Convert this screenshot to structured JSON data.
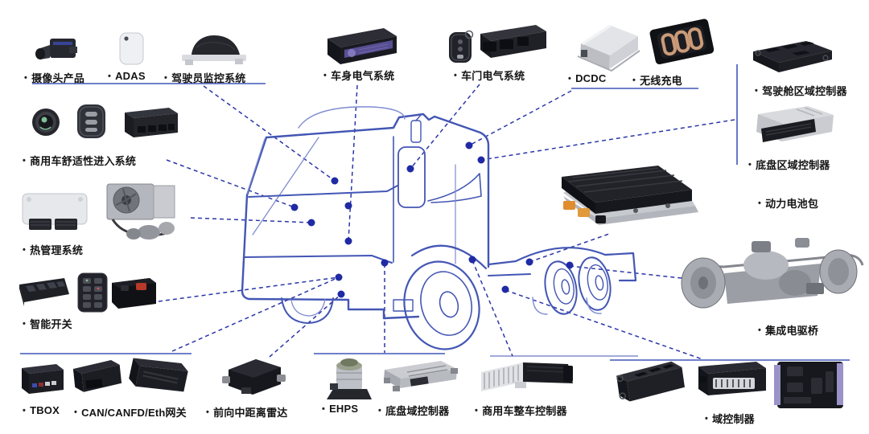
{
  "ui": {
    "bullet": "•"
  },
  "colors": {
    "background": "#ffffff",
    "connector_line": "#2b36a8",
    "dot": "#1f2aa4",
    "underline": "#4156b8",
    "truck_outline": "#4356b4",
    "label_text": "#141414",
    "battery_connector_orange": "#df8d2e",
    "coil_copper": "#cb9b78"
  },
  "labels": [
    {
      "id": "camera",
      "text": "摄像头产品"
    },
    {
      "id": "adas",
      "text": "ADAS"
    },
    {
      "id": "driver-monitor",
      "text": "驾驶员监控系统"
    },
    {
      "id": "comfort-entry",
      "text": "商用车舒适性进入系统"
    },
    {
      "id": "thermal",
      "text": "热管理系统"
    },
    {
      "id": "smart-switch",
      "text": "智能开关"
    },
    {
      "id": "tbox",
      "text": "TBOX"
    },
    {
      "id": "gateway",
      "text": "CAN/CANFD/Eth网关"
    },
    {
      "id": "front-radar",
      "text": "前向中距离雷达"
    },
    {
      "id": "body-electrical",
      "text": "车身电气系统"
    },
    {
      "id": "door-electrical",
      "text": "车门电气系统"
    },
    {
      "id": "dcdc",
      "text": "DCDC"
    },
    {
      "id": "wireless-charge",
      "text": "无线充电"
    },
    {
      "id": "cockpit-zone-ctrl",
      "text": "驾驶舱区域控制器"
    },
    {
      "id": "chassis-zone-ctrl",
      "text": "底盘区域控制器"
    },
    {
      "id": "power-battery",
      "text": "动力电池包"
    },
    {
      "id": "e-axle",
      "text": "集成电驱桥"
    },
    {
      "id": "ehps",
      "text": "EHPS"
    },
    {
      "id": "chassis-domain",
      "text": "底盘域控制器"
    },
    {
      "id": "vehicle-ctrl",
      "text": "商用车整车控制器"
    },
    {
      "id": "domain-ctrl",
      "text": "域控制器"
    }
  ]
}
